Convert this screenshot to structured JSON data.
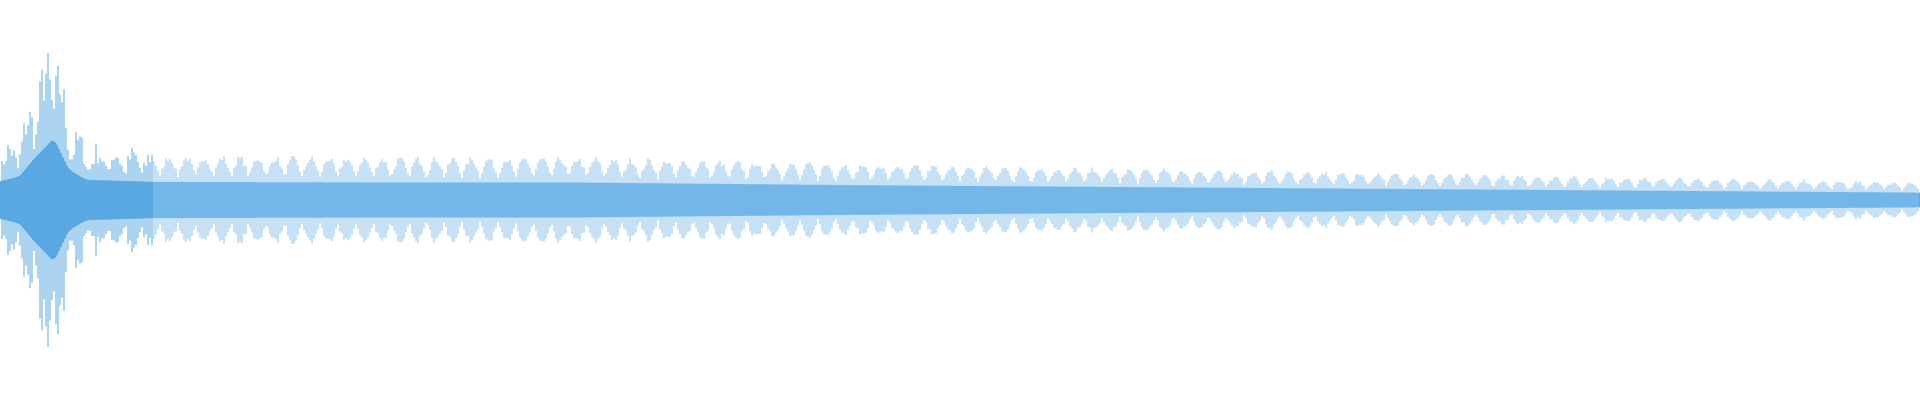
{
  "waveform": {
    "colors": {
      "background": "#ffffff",
      "waveform": "#5aa8e2",
      "waveform_light": "#8cc3ee"
    },
    "display": {
      "channels": 1,
      "normalized_peak": 1.0
    },
    "envelope": {
      "description_points": [
        [
          0.0,
          0.28
        ],
        [
          0.01,
          0.35
        ],
        [
          0.018,
          0.62
        ],
        [
          0.028,
          0.92
        ],
        [
          0.036,
          0.45
        ],
        [
          0.045,
          0.3
        ],
        [
          0.08,
          0.27
        ],
        [
          0.2,
          0.26
        ],
        [
          0.3,
          0.26
        ],
        [
          0.45,
          0.22
        ],
        [
          0.6,
          0.19
        ],
        [
          0.75,
          0.16
        ],
        [
          0.9,
          0.13
        ],
        [
          1.0,
          0.11
        ]
      ],
      "base_ratio": 0.42,
      "modulation_cycles": 108
    }
  }
}
